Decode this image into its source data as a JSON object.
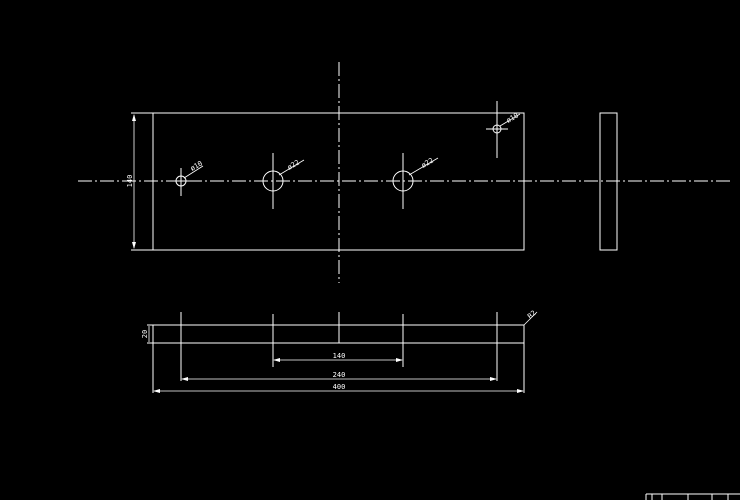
{
  "colors": {
    "background": "#000000",
    "line": "#ffffff"
  },
  "front_view": {
    "height_dim": "140",
    "holes": [
      {
        "id": "hole-1",
        "label": "ø10"
      },
      {
        "id": "hole-2",
        "label": "ø22"
      },
      {
        "id": "hole-3",
        "label": "ø22"
      },
      {
        "id": "hole-4",
        "label": "ø10"
      }
    ]
  },
  "top_view": {
    "thickness_dim": "20",
    "chamfer_label": "R2",
    "dims": {
      "inner": "140",
      "middle": "240",
      "overall": "400"
    }
  }
}
